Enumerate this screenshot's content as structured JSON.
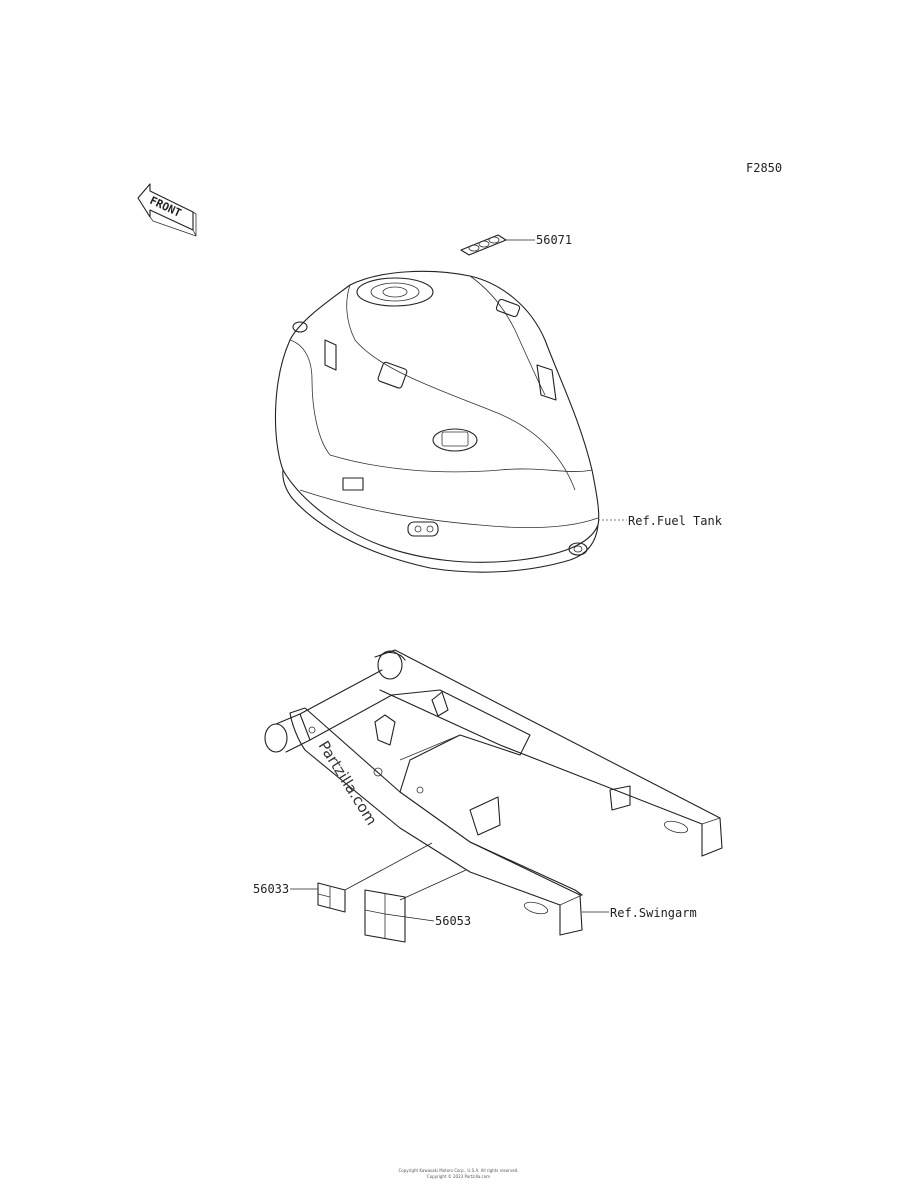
{
  "diagram": {
    "figure_code": "F2850",
    "front_arrow_label": "FRONT",
    "watermark": "Partzilla.com",
    "parts": [
      {
        "number": "56071"
      },
      {
        "number": "56033"
      },
      {
        "number": "56053"
      }
    ],
    "references": [
      {
        "label": "Ref.Fuel Tank"
      },
      {
        "label": "Ref.Swingarm"
      }
    ],
    "footer": {
      "line1": "Copyright Kawasaki Motors Corp., U.S.A. All rights reserved.",
      "line2": "Copyright © 2023 Partzilla.com"
    }
  }
}
